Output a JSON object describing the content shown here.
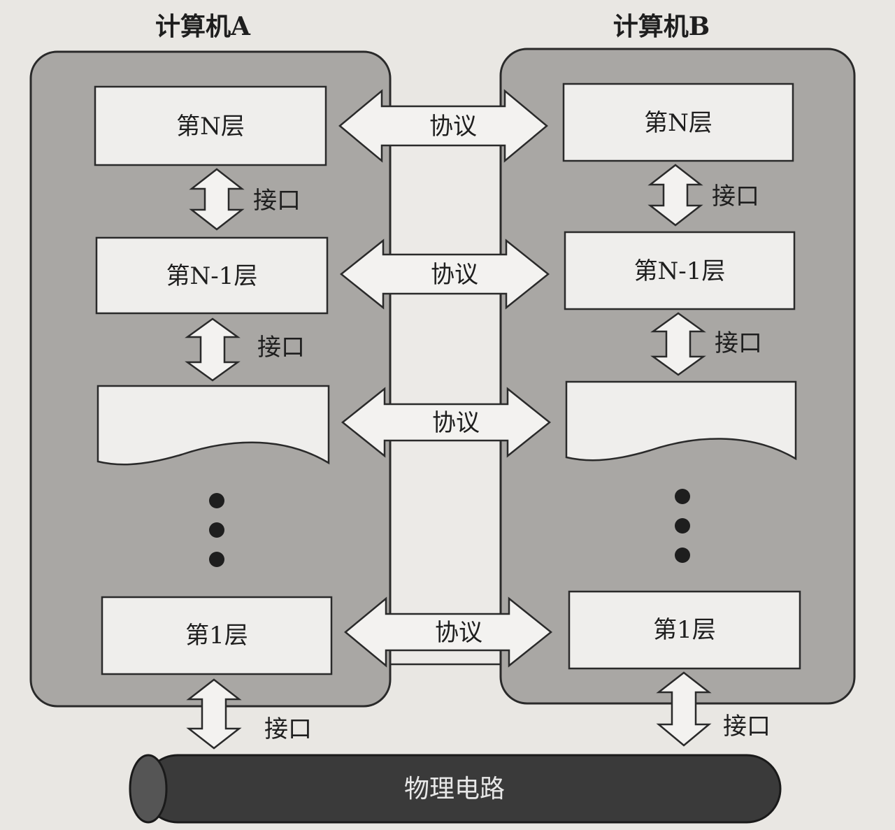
{
  "computer_a": {
    "title": "计算机A",
    "layer_n": "第N层",
    "layer_n_minus_1": "第N-1层",
    "layer_1": "第1层"
  },
  "computer_b": {
    "title": "计算机B",
    "layer_n": "第N层",
    "layer_n_minus_1": "第N-1层",
    "layer_1": "第1层"
  },
  "interface_label": "接口",
  "protocol_label": "协议",
  "physical_circuit": "物理电路",
  "colors": {
    "panel": "#a9a7a4",
    "layer_box": "#efeeec",
    "arrow_fill": "#f3f2f0",
    "stroke": "#2a2a2a",
    "cable": "#3a3a3a"
  }
}
